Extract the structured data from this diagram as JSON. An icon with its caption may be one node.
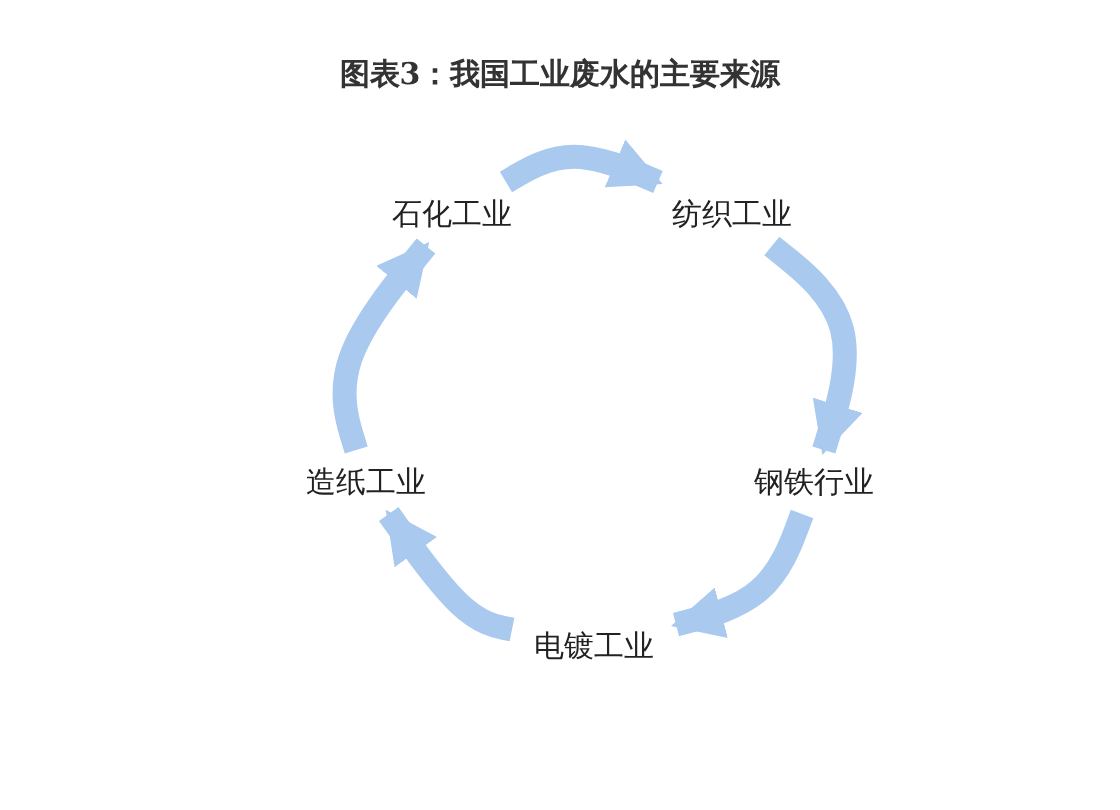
{
  "diagram": {
    "title": "图表3：我国工业废水的主要来源",
    "nodes": [
      {
        "text": [
          "石化工业"
        ]
      },
      {
        "text": [
          "纺织工业"
        ]
      },
      {
        "text": [
          "钢铁行业"
        ]
      },
      {
        "text": [
          "电镀工业"
        ]
      },
      {
        "text": [
          "造纸工业"
        ]
      }
    ],
    "edges": [
      {
        "from": 0,
        "to": 1,
        "arrow": "to"
      },
      {
        "from": 1,
        "to": 2,
        "arrow": "to"
      },
      {
        "from": 2,
        "to": 3,
        "arrow": "to"
      },
      {
        "from": 3,
        "to": 4,
        "arrow": "to"
      },
      {
        "from": 4,
        "to": 0,
        "arrow": "to"
      }
    ]
  }
}
